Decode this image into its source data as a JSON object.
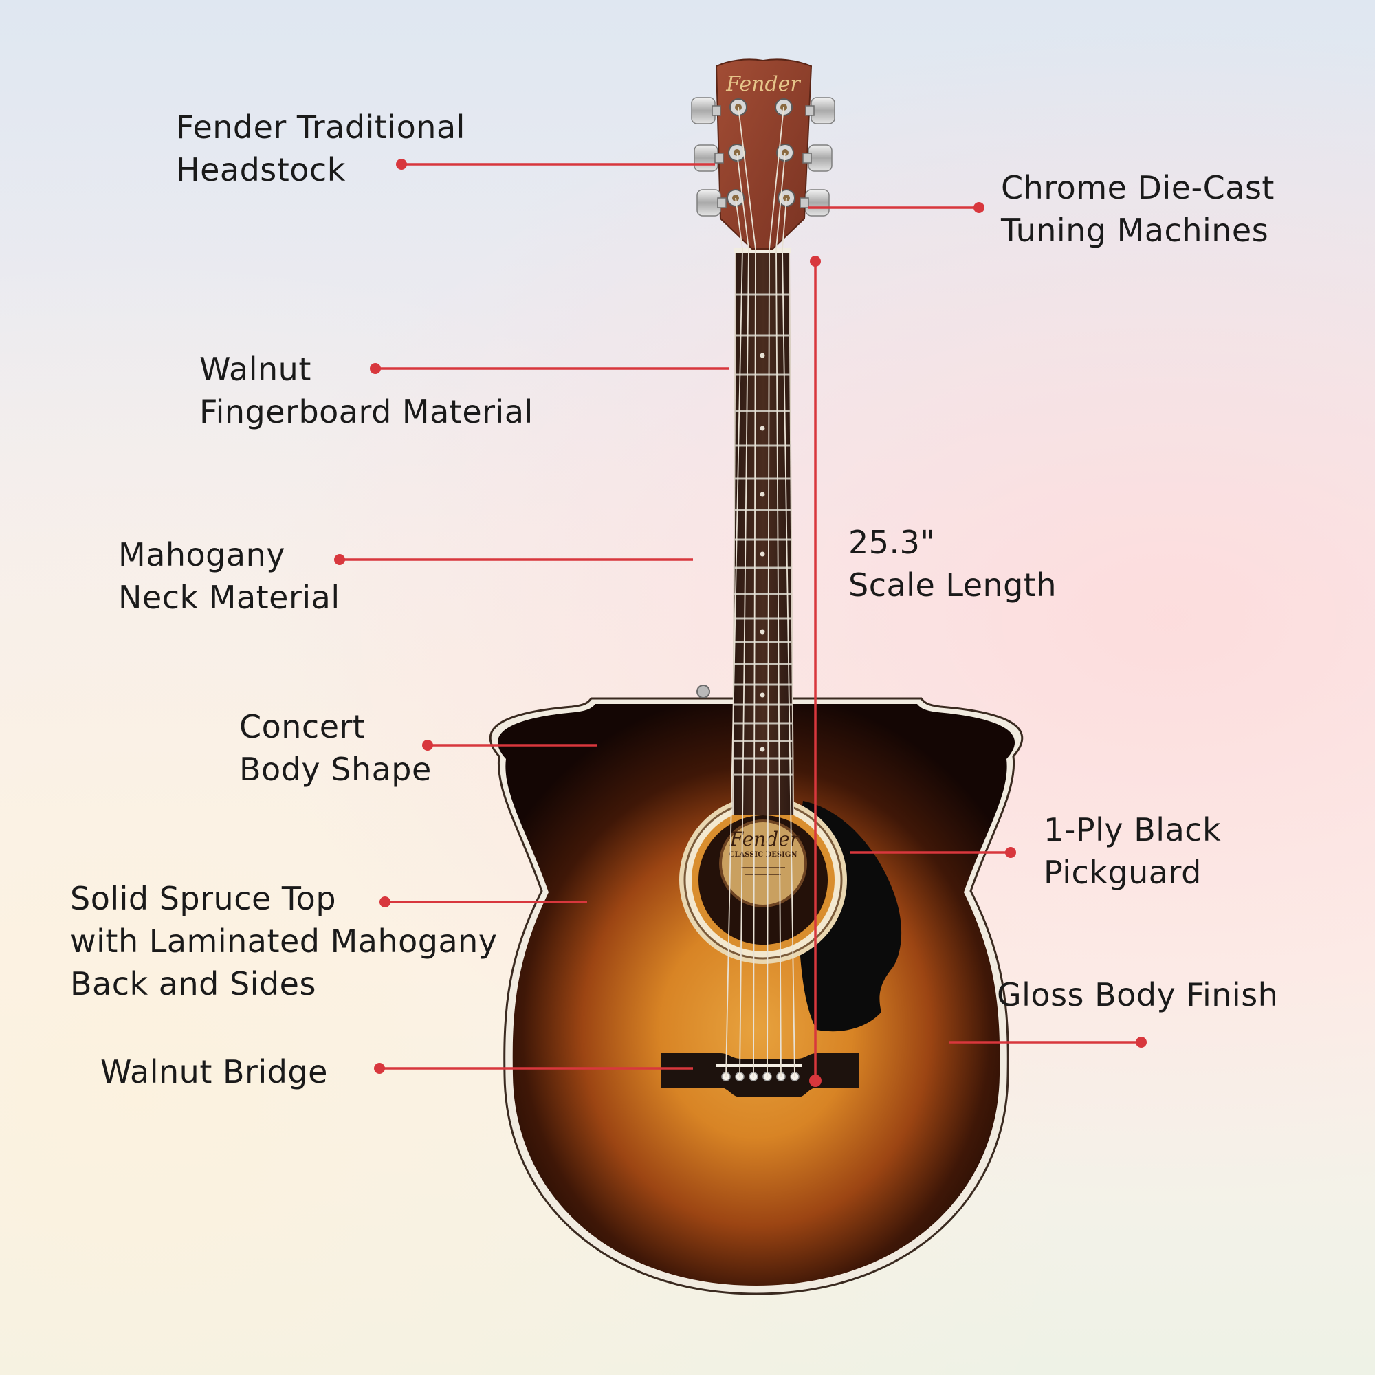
{
  "accent_color": "#d8373d",
  "headstock_logo": "Fender",
  "soundhole_label": {
    "logo": "Fender",
    "subtitle": "CLASSIC DESIGN"
  },
  "callouts": {
    "headstock": {
      "line1": "Fender Traditional",
      "line2": "Headstock"
    },
    "tuners": {
      "line1": "Chrome Die-Cast",
      "line2": "Tuning Machines"
    },
    "fingerboard": {
      "line1": "Walnut",
      "line2": "Fingerboard Material"
    },
    "neck": {
      "line1": "Mahogany",
      "line2": "Neck Material"
    },
    "scale": {
      "line1": "25.3\"",
      "line2": "Scale Length"
    },
    "body_shape": {
      "line1": "Concert",
      "line2": "Body Shape"
    },
    "pickguard": {
      "line1": "1-Ply Black",
      "line2": "Pickguard"
    },
    "top": {
      "line1": "Solid Spruce Top",
      "line2": "with Laminated Mahogany",
      "line3": "Back and Sides"
    },
    "finish": {
      "line1": "Gloss Body Finish"
    },
    "bridge": {
      "line1": "Walnut Bridge"
    }
  }
}
